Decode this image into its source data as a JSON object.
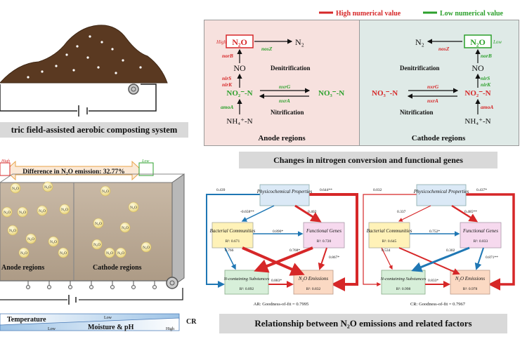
{
  "legend": {
    "high": "High numerical value",
    "low": "Low numerical value",
    "high_color": "#d62728",
    "low_color": "#2ca02c"
  },
  "compost": {
    "caption": "tric field-assisted aerobic composting system"
  },
  "anode_panel": {
    "title": "Anode regions",
    "n2o": "N₂O",
    "n2": "N₂",
    "no": "NO",
    "no2": "NO₂⁻-N",
    "no3": "NO₃⁻-N",
    "nh4": "NH₄⁺-N",
    "denitrification": "Denitrification",
    "nitrification": "Nitrification",
    "high_tag": "High",
    "genes": {
      "norB": "norB",
      "nosZ": "nosZ",
      "nirS": "nirS",
      "nirK": "nirK",
      "nxrG": "nxrG",
      "nxrA": "nxrA",
      "amoA": "amoA"
    }
  },
  "cathode_panel": {
    "title": "Cathode regions",
    "n2o": "N₂O",
    "n2": "N₂",
    "no": "NO",
    "no2": "NO₂⁻-N",
    "no3": "NO₃⁻-N",
    "nh4": "NH₄⁺-N",
    "denitrification": "Denitrification",
    "nitrification": "Nitrification",
    "low_tag": "Low",
    "genes": {
      "norB": "norB",
      "nosZ": "nosZ",
      "nirS": "nirS",
      "nirK": "nirK",
      "nxrG": "nxrG",
      "nxrA": "nxrA",
      "amoA": "amoA"
    }
  },
  "nitrogen_caption": "Changes in nitrogen conversion and functional genes",
  "reactor": {
    "difference": "Difference in N₂O emission: 32.77%",
    "high_tag": "High",
    "low_tag": "Low",
    "bubble_label": "N₂O",
    "anode_label": "Anode regions",
    "cathode_label": "Cathode regions"
  },
  "gradient": {
    "temperature": "Temperature",
    "moisture": "Moisture & pH",
    "low_top": "Low",
    "low_bottom": "Low",
    "high": "High",
    "cr": "CR"
  },
  "sem_left": {
    "physico": "Physicochemical Properties",
    "bacterial": "Bacterial Communities",
    "bacterial_r2": "R²: 0.671",
    "functional": "Functional Genes",
    "functional_r2": "R²: 0.720",
    "ncontaining": "N-containing Substances",
    "ncontaining_r2": "R²: 0.892",
    "n2o": "N₂O Emissions",
    "n2o_r2": "R²: 0.832",
    "fit": "AR: Goodness-of-fit = 0.7995",
    "coefs": {
      "a": "0.439",
      "b": "0.644**",
      "c": "-0.658**",
      "d": "0.402",
      "e": "0.890*",
      "f": "0.766",
      "g": "0.768*",
      "h": "0.867*",
      "i": "0.883*"
    }
  },
  "sem_right": {
    "physico": "Physicochemical Properties",
    "bacterial": "Bacterial Communities",
    "bacterial_r2": "R²: 0.645",
    "functional": "Functional Genes",
    "functional_r2": "R²: 0.833",
    "ncontaining": "N-containing Substances",
    "ncontaining_r2": "R²: 0.998",
    "n2o": "N₂O Emissions",
    "n2o_r2": "R²: 0.978",
    "fit": "CR: Goodness-of-fit = 0.7967",
    "coefs": {
      "a": "0.032",
      "b": "0.437*",
      "c": "0.337",
      "d": "0.485**",
      "e": "0.752*",
      "f": "0.534",
      "g": "0.302",
      "h": "0.871**",
      "i": "0.833*"
    }
  },
  "relationship_caption": "Relationship between N₂O emissions and related factors"
}
